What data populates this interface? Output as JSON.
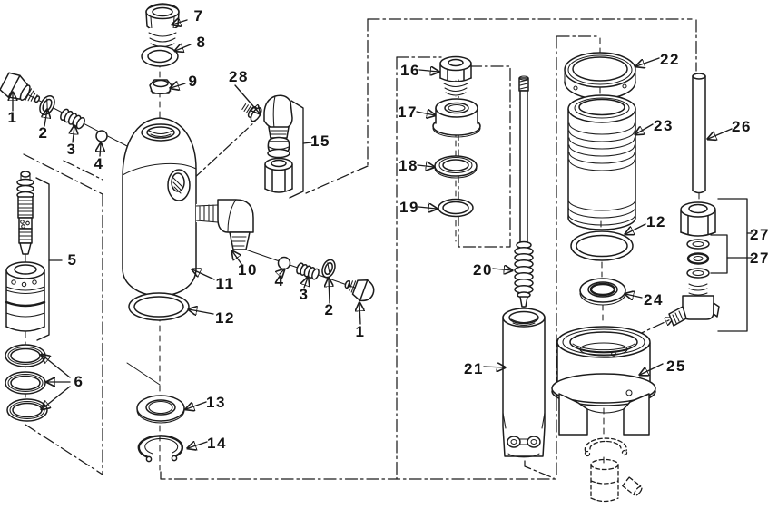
{
  "figure": {
    "type": "exploded-parts-diagram",
    "description": "Exploded view line drawing of a hydraulic pump and cylinder assembly with numbered callouts",
    "colors": {
      "ink": "#1c1c1c",
      "background": "#ffffff"
    }
  },
  "callouts": [
    {
      "label": "1",
      "part": "plug"
    },
    {
      "label": "2",
      "part": "washer"
    },
    {
      "label": "3",
      "part": "spring"
    },
    {
      "label": "4",
      "part": "ball"
    },
    {
      "label": "7",
      "part": "filler-plug"
    },
    {
      "label": "8",
      "part": "gasket-ring"
    },
    {
      "label": "9",
      "part": "nut"
    },
    {
      "label": "28",
      "part": "elbow-fitting"
    },
    {
      "label": "15",
      "part": "fitting-assembly"
    },
    {
      "label": "5",
      "part": "valve-cartridge"
    },
    {
      "label": "11",
      "part": "reservoir-body"
    },
    {
      "label": "10",
      "part": "elbow"
    },
    {
      "label": "12",
      "part": "o-ring"
    },
    {
      "label": "4",
      "part": "ball"
    },
    {
      "label": "3",
      "part": "spring"
    },
    {
      "label": "2",
      "part": "washer"
    },
    {
      "label": "1",
      "part": "plug"
    },
    {
      "label": "6",
      "part": "o-ring-set"
    },
    {
      "label": "13",
      "part": "ring"
    },
    {
      "label": "14",
      "part": "retaining-ring"
    },
    {
      "label": "16",
      "part": "gland-nut"
    },
    {
      "label": "17",
      "part": "packing"
    },
    {
      "label": "18",
      "part": "backup-ring"
    },
    {
      "label": "19",
      "part": "o-ring"
    },
    {
      "label": "20",
      "part": "piston-rod-spring"
    },
    {
      "label": "21",
      "part": "cylinder-tube"
    },
    {
      "label": "22",
      "part": "collar-ring"
    },
    {
      "label": "23",
      "part": "boot"
    },
    {
      "label": "26",
      "part": "pickup-tube"
    },
    {
      "label": "12",
      "part": "o-ring"
    },
    {
      "label": "27",
      "part": "fitting-group"
    },
    {
      "label": "27",
      "part": "washer-group"
    },
    {
      "label": "24",
      "part": "seal-ring"
    },
    {
      "label": "25",
      "part": "base-housing"
    }
  ]
}
